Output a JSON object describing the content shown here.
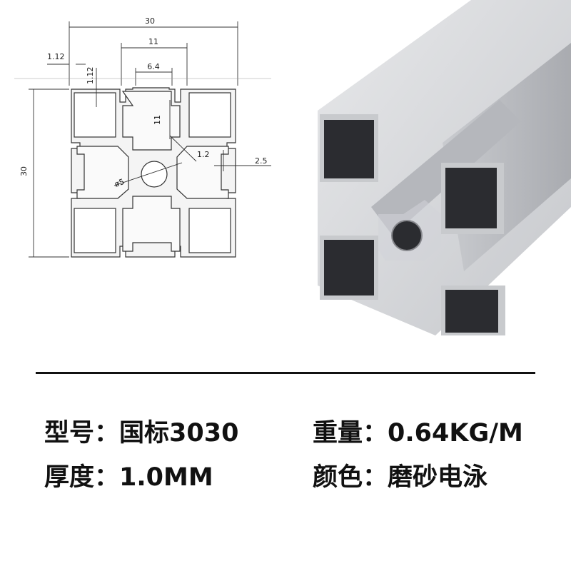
{
  "drawing": {
    "dim_width": "30",
    "dim_height": "30",
    "dim_slot_outer": "11",
    "dim_slot_inner": "6.4",
    "dim_wall": "1.12",
    "dim_wall_v": "1.12",
    "dim_slot_depth": "11",
    "dim_corner": "1.2",
    "dim_lip": "2.5",
    "dim_hole": "ø5"
  },
  "specs": {
    "model_label": "型号：",
    "model_value": "国标3030",
    "weight_label": "重量：",
    "weight_value": "0.64KG/M",
    "thickness_label": "厚度：",
    "thickness_value": "1.0MM",
    "color_label": "颜色：",
    "color_value": "磨砂电泳"
  },
  "colors": {
    "text": "#111111",
    "aluminum_light": "#d9dadd",
    "aluminum_mid": "#b9bbc0",
    "aluminum_dark": "#8e9096",
    "cavity": "#2b2c30"
  }
}
